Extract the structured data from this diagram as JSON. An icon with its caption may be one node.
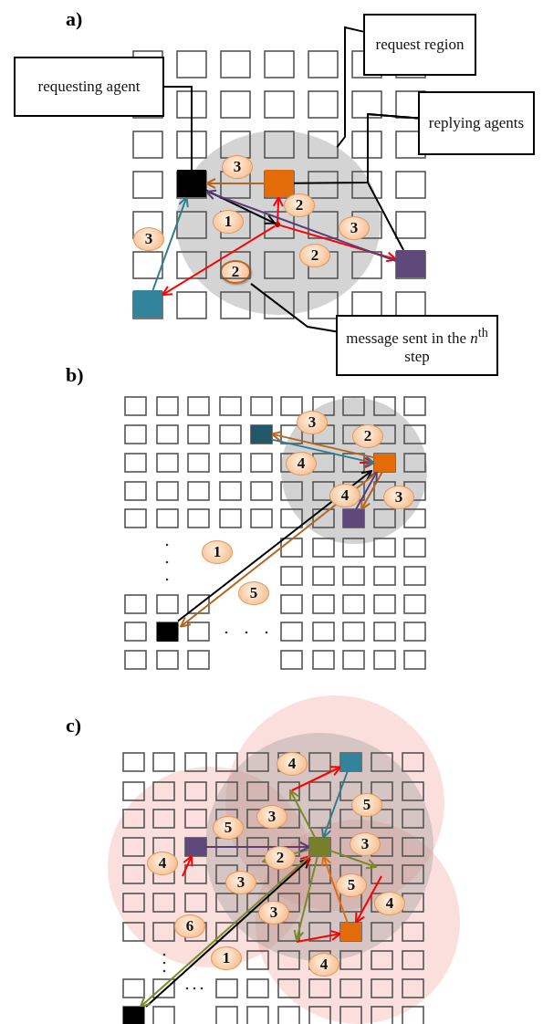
{
  "diagram": {
    "nodes": [
      {
        "text": [
          "requesting agent"
        ]
      },
      {
        "text": [
          "request region"
        ]
      },
      {
        "text": [
          "replying agents"
        ]
      },
      {
        "text": [],
        "shape": "box",
        "in": 7
      },
      {
        "text": [],
        "shape": "box",
        "in": 7
      },
      {
        "text": [],
        "shape": "box"
      },
      {
        "text": [],
        "shape": "box"
      },
      {
        "text": [],
        "shape": "circle"
      },
      {
        "text": [
          "message sent in the *n*$^{th}$ step"
        ]
      },
      {
        "text": [],
        "shape": "box"
      },
      {
        "text": [],
        "shape": "box"
      },
      {
        "text": [],
        "shape": "box"
      },
      {
        "text": [],
        "shape": "box"
      },
      {
        "text": [],
        "shape": "box"
      },
      {
        "text": [],
        "shape": "box"
      },
      {
        "text": [],
        "shape": "box"
      },
      {
        "text": [],
        "shape": "box"
      },
      {
        "text": [],
        "shape": "box"
      },
      {
        "text": [],
        "shape": "dot",
        "in": 7
      },
      {
        "text": [
          "2"
        ],
        "in": 7
      }
    ],
    "edges": [
      {
        "from": 0,
        "to": 3,
        "arrow": "none",
        "color": "#000000"
      },
      {
        "from": 1,
        "to": 7,
        "arrow": "none",
        "color": "#000000"
      },
      {
        "from": 2,
        "to": 4,
        "arrow": "none",
        "color": "#000000"
      },
      {
        "from": 2,
        "to": 5,
        "arrow": "none",
        "color": "#000000"
      },
      {
        "from": 8,
        "to": 19,
        "arrow": "none",
        "color": "#000000"
      },
      {
        "from": 3,
        "to": 18,
        "arrow": "to",
        "label": "1",
        "color": "#000000"
      },
      {
        "from": 18,
        "to": 4,
        "arrow": "to",
        "label": "2",
        "color": "#ff0000"
      },
      {
        "from": 18,
        "to": 6,
        "arrow": "to",
        "color": "#ff0000"
      },
      {
        "from": 18,
        "to": 5,
        "arrow": "to",
        "label": "2",
        "color": "#ff0000"
      },
      {
        "from": 4,
        "to": 3,
        "arrow": "to",
        "label": "3",
        "color": "#b5651d"
      },
      {
        "from": 5,
        "to": 3,
        "arrow": "to",
        "label": "3",
        "color": "#5a3d7a"
      },
      {
        "from": 6,
        "to": 3,
        "arrow": "to",
        "label": "3",
        "color": "#2e7d8c"
      },
      {
        "from": 12,
        "to": 10,
        "arrow": "to",
        "label": "1",
        "color": "#000000"
      },
      {
        "from": null,
        "to": 10,
        "arrow": "to",
        "label": "2",
        "color": "#ff0000"
      },
      {
        "from": 10,
        "to": 9,
        "arrow": "to",
        "label": "3",
        "color": "#b5651d"
      },
      {
        "from": 10,
        "to": 11,
        "arrow": "to",
        "label": "3",
        "color": "#b5651d"
      },
      {
        "from": 9,
        "to": 10,
        "arrow": "to",
        "label": "4",
        "color": "#2e7d8c"
      },
      {
        "from": 11,
        "to": 10,
        "arrow": "to",
        "label": "4",
        "color": "#5a3d7a"
      },
      {
        "from": 10,
        "to": 12,
        "arrow": "to",
        "label": "5",
        "color": "#b5651d"
      },
      {
        "from": 17,
        "to": 15,
        "arrow": "to",
        "label": "1",
        "color": "#000000"
      },
      {
        "from": null,
        "to": 15,
        "arrow": "to",
        "label": "2",
        "color": "#ff0000"
      },
      {
        "from": 15,
        "to": null,
        "arrow": "to",
        "label": "3",
        "color": "#7a8a2a"
      },
      {
        "from": 15,
        "to": null,
        "arrow": "to",
        "label": "3",
        "color": "#7a8a2a"
      },
      {
        "from": 15,
        "to": null,
        "arrow": "to",
        "label": "3",
        "color": "#7a8a2a"
      },
      {
        "from": 15,
        "to": null,
        "arrow": "to",
        "label": "3",
        "color": "#7a8a2a"
      },
      {
        "from": null,
        "to": 13,
        "arrow": "to",
        "label": "4",
        "color": "#ff0000"
      },
      {
        "from": null,
        "to": 14,
        "arrow": "to",
        "label": "4",
        "color": "#ff0000"
      },
      {
        "from": null,
        "to": 16,
        "arrow": "to",
        "label": "4",
        "color": "#ff0000"
      },
      {
        "from": null,
        "to": 16,
        "arrow": "to",
        "label": "4",
        "color": "#ff0000"
      },
      {
        "from": 13,
        "to": 15,
        "arrow": "to",
        "label": "5",
        "color": "#2e7d8c"
      },
      {
        "from": 14,
        "to": 15,
        "arrow": "to",
        "label": "5",
        "color": "#5a3d7a"
      },
      {
        "from": 16,
        "to": 15,
        "arrow": "to",
        "label": "5",
        "color": "#e46c0a"
      },
      {
        "from": 15,
        "to": 17,
        "arrow": "to",
        "label": "6",
        "color": "#7a8a2a"
      }
    ],
    "labels": [
      "a)",
      "b)",
      "c)"
    ]
  }
}
